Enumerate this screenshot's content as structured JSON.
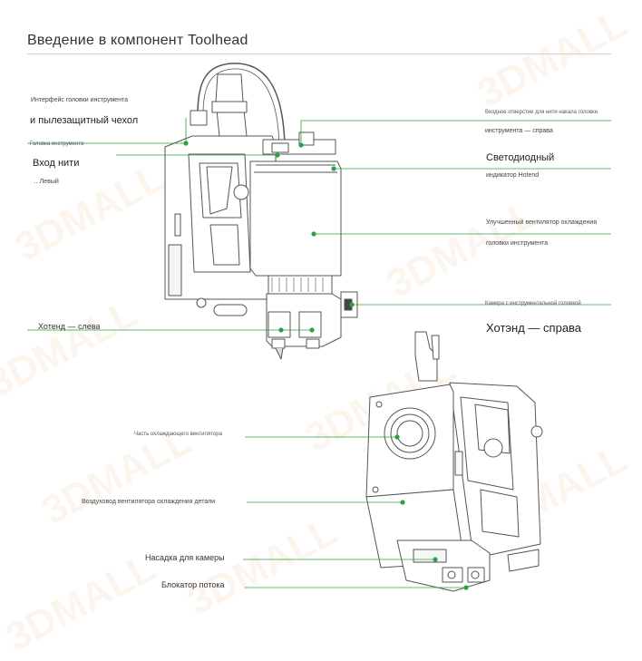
{
  "title": "Введение в компонент Toolhead",
  "watermark": "3DMALL",
  "colors": {
    "accent": "#2ea043",
    "line": "#2ea043",
    "stroke": "#555555",
    "watermark": "#f0c89a"
  },
  "labels": {
    "interface_1": "Интерфейс головки инструмента",
    "interface_2": "и пылезащитный чехол",
    "head_small": "Головка инструмента",
    "filament_in": "Вход нити",
    "left_small": "Левый",
    "filament_right_1": "Входное отверстие для нити накала головки",
    "filament_right_2": "инструмента — справа",
    "led_1": "Светодиодный",
    "led_2": "индикатор Hotend",
    "fan_1": "Улучшенный вентилятор охлаждения",
    "fan_2": "головки инструмента",
    "camera": "Камера с инструментальной головкой",
    "hotend_left": "Хотенд — слева",
    "hotend_right": "Хотэнд — справа",
    "cooling_fan": "Часть охлаждающего вентилятора",
    "air_duct": "Воздуховод вентилятора охлаждения детали",
    "camera_nozzle": "Насадка для камеры",
    "flow_blocker": "Блокатор потока"
  }
}
